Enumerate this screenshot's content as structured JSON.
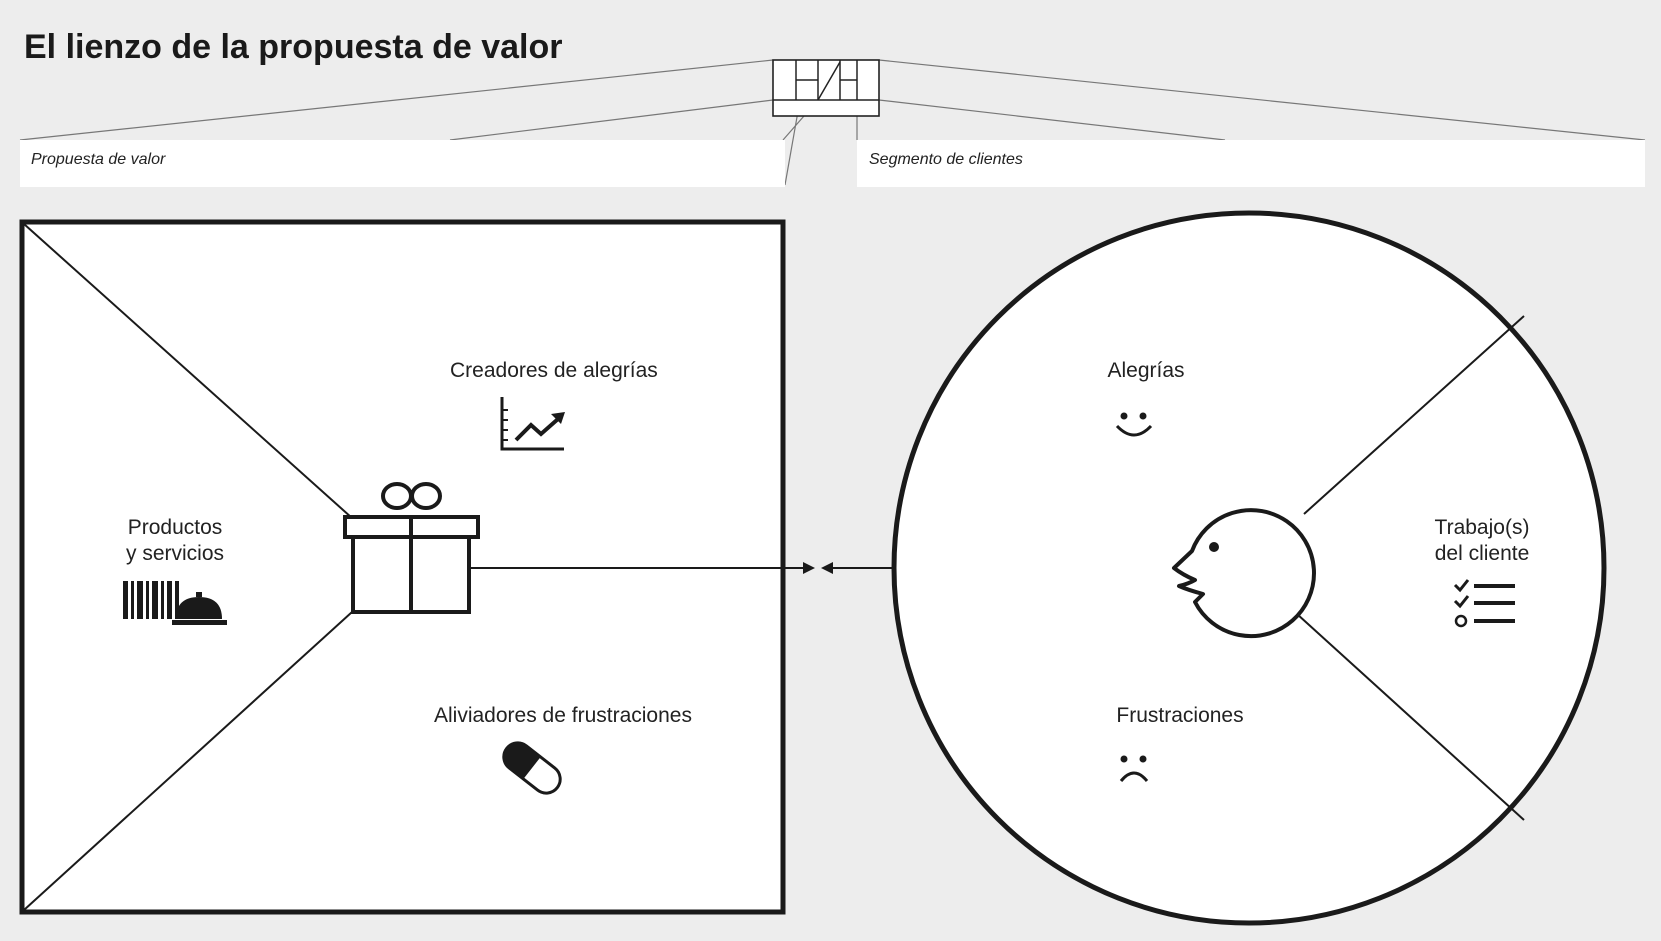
{
  "title": "El lienzo de la propuesta de valor",
  "header_labels": {
    "value_proposition": "Propuesta de valor",
    "customer_segment": "Segmento de clientes"
  },
  "value_map": {
    "gain_creators": "Creadores de alegrías",
    "products_services": [
      "Productos",
      "y servicios"
    ],
    "pain_relievers": "Aliviadores de frustraciones"
  },
  "customer_profile": {
    "gains": "Alegrías",
    "jobs": [
      "Trabajo(s)",
      "del cliente"
    ],
    "pains": "Frustraciones"
  },
  "icons": {
    "gift": "gift-icon",
    "gain_chart": "trending-up-chart-icon",
    "products": "barcode-and-service-bell-icon",
    "pill": "pill-icon",
    "smile": "smile-icon",
    "frown": "frown-icon",
    "checklist": "checklist-icon",
    "customer_head": "customer-head-icon"
  },
  "colors": {
    "background": "#ededed",
    "panel": "#ffffff",
    "ink": "#1a1a1a"
  }
}
